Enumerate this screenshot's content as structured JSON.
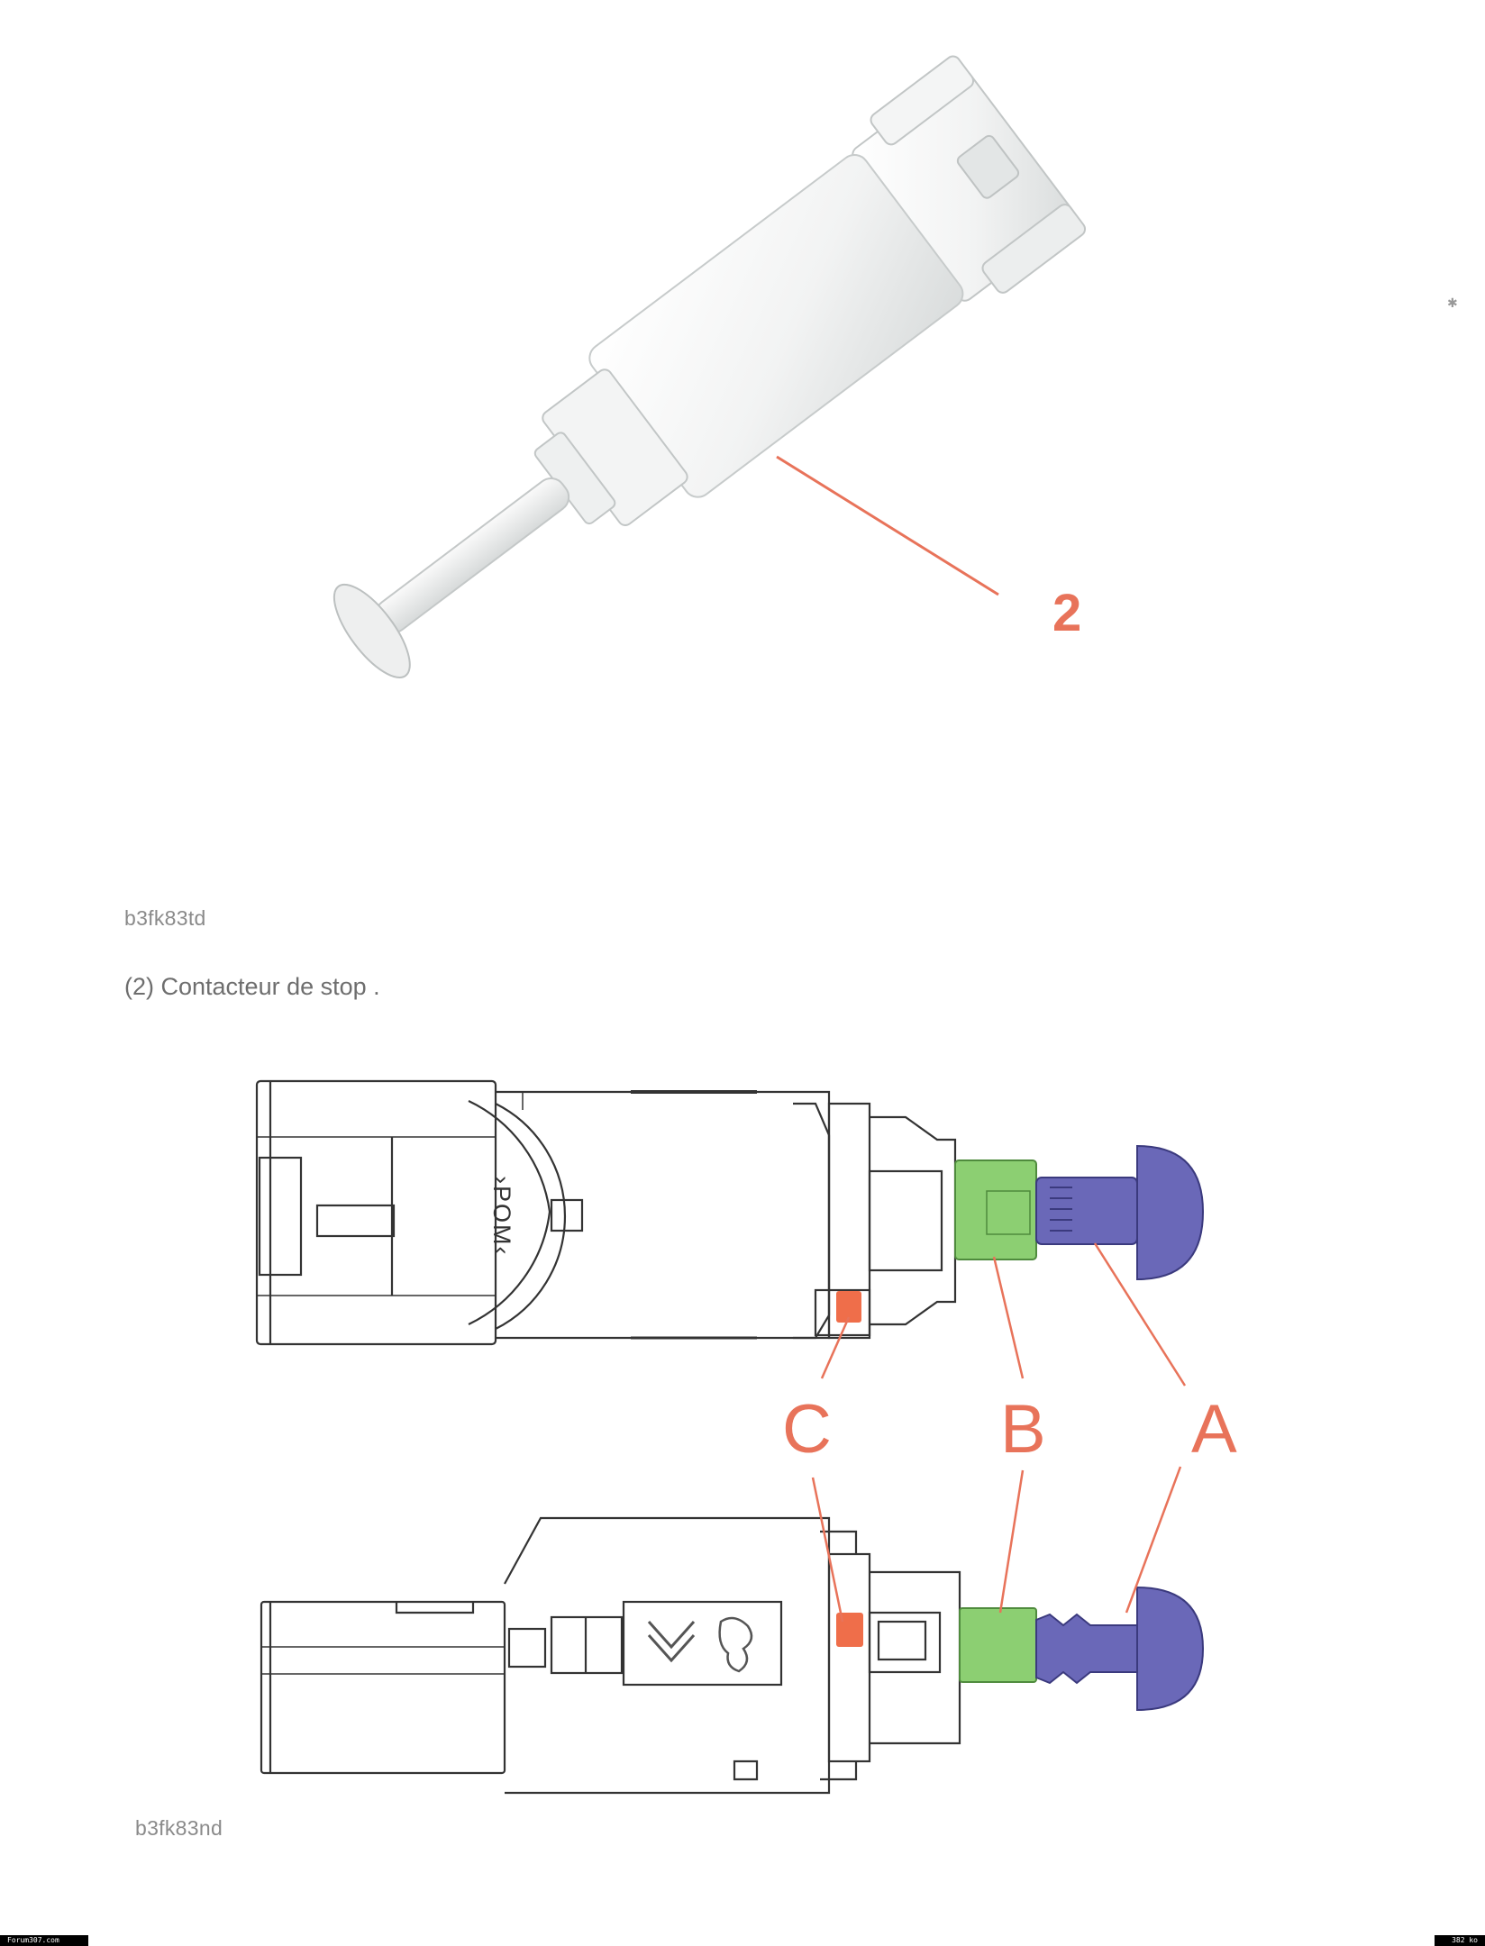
{
  "figure1": {
    "callout_number": "2",
    "reference": "b3fk83td",
    "caption": "(2) Contacteur de stop ."
  },
  "figure2": {
    "marker_text": "POM",
    "labels": {
      "a": "A",
      "b": "B",
      "c": "C"
    },
    "reference": "b3fk83nd"
  },
  "footer": {
    "left": "Forum307.com",
    "right": "382 ko"
  },
  "colors": {
    "callout": "#e8735a",
    "plunger": "#6a68b8",
    "spring_clip": "#8ccf72",
    "switch_tab": "#ef6e4a",
    "line": "#333333"
  }
}
